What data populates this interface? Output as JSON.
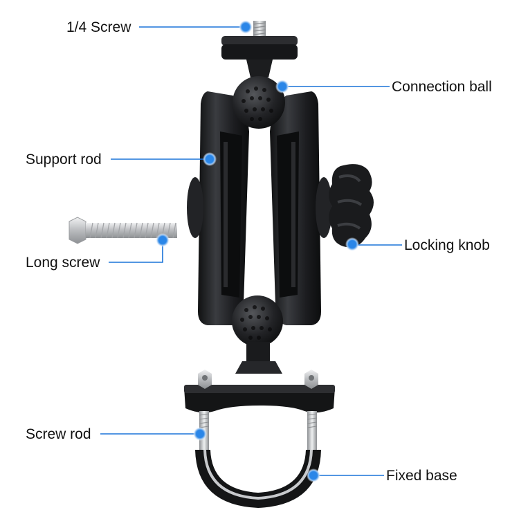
{
  "labels": {
    "quarter_screw": "1/4 Screw",
    "connection_ball": "Connection ball",
    "support_rod": "Support rod",
    "long_screw": "Long screw",
    "locking_knob": "Locking knob",
    "screw_rod": "Screw rod",
    "fixed_base": "Fixed base"
  },
  "colors": {
    "leader_line": "#1a73d9",
    "marker": "#2a86e8",
    "marker_glow": "#bcd9f7",
    "part_body": "#1b1c1e",
    "part_highlight": "#4a4c50",
    "metal": "#c9cbcd",
    "text": "#111111"
  },
  "icons": {
    "marker": "blue-dot-marker",
    "product": "motorcycle-handlebar-phone-mount"
  }
}
